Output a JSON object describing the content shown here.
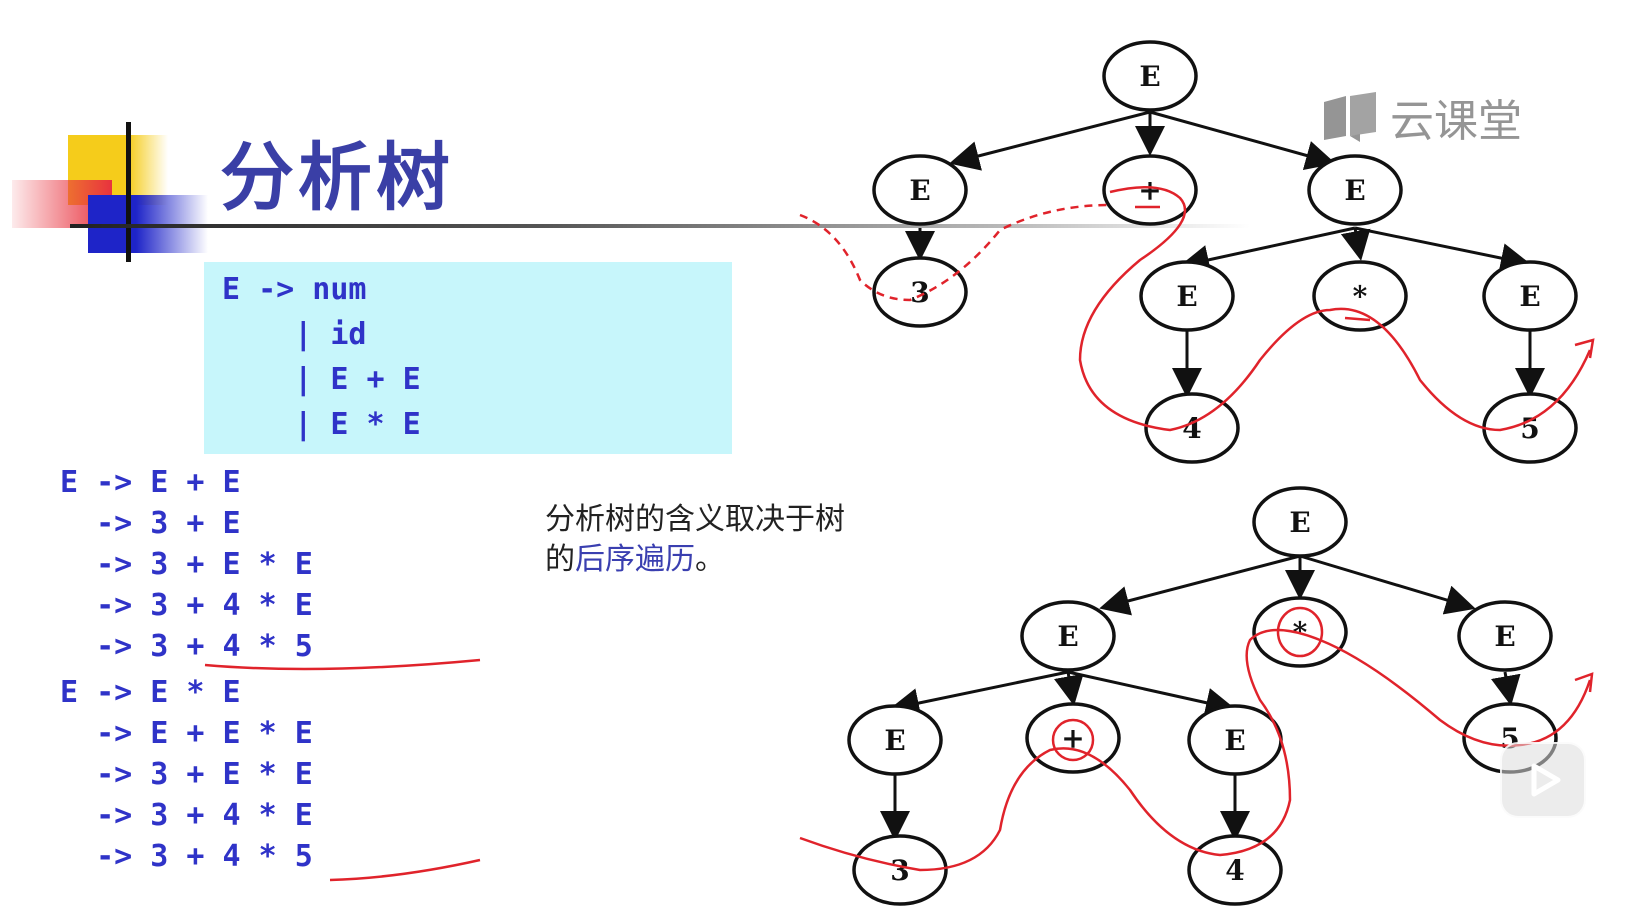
{
  "title": "分析树",
  "grammar": {
    "lines": [
      "E -> num",
      "    | id",
      "    | E + E",
      "    | E * E"
    ]
  },
  "derivations": {
    "first": [
      "E -> E + E",
      "  -> 3 + E",
      "  -> 3 + E * E",
      "  -> 3 + 4 * E",
      "  -> 3 + 4 * 5"
    ],
    "second": [
      "E -> E * E",
      "  -> E + E * E",
      "  -> 3 + E * E",
      "  -> 3 + 4 * E",
      "  -> 3 + 4 * 5"
    ]
  },
  "note": {
    "line1": "分析树的含义取决于树",
    "line2_prefix": "的",
    "line2_highlight": "后序遍历",
    "line2_suffix": "。"
  },
  "watermark": {
    "text": "云课堂",
    "icon": "book-icon"
  },
  "tree_top": {
    "nodes": {
      "root": "E",
      "left": "E",
      "op": "+",
      "right": "E",
      "n3": "3",
      "rl": "E",
      "rop": "*",
      "rr": "E",
      "n4": "4",
      "n5": "5"
    }
  },
  "tree_bottom": {
    "nodes": {
      "root": "E",
      "left": "E",
      "op": "*",
      "right": "E",
      "ll": "E",
      "lop": "+",
      "lr": "E",
      "n5": "5",
      "n3": "3",
      "n4": "4"
    }
  },
  "colors": {
    "accent": "#2f33c8",
    "annotation": "#e0232b",
    "box": "#c7f6fb"
  }
}
